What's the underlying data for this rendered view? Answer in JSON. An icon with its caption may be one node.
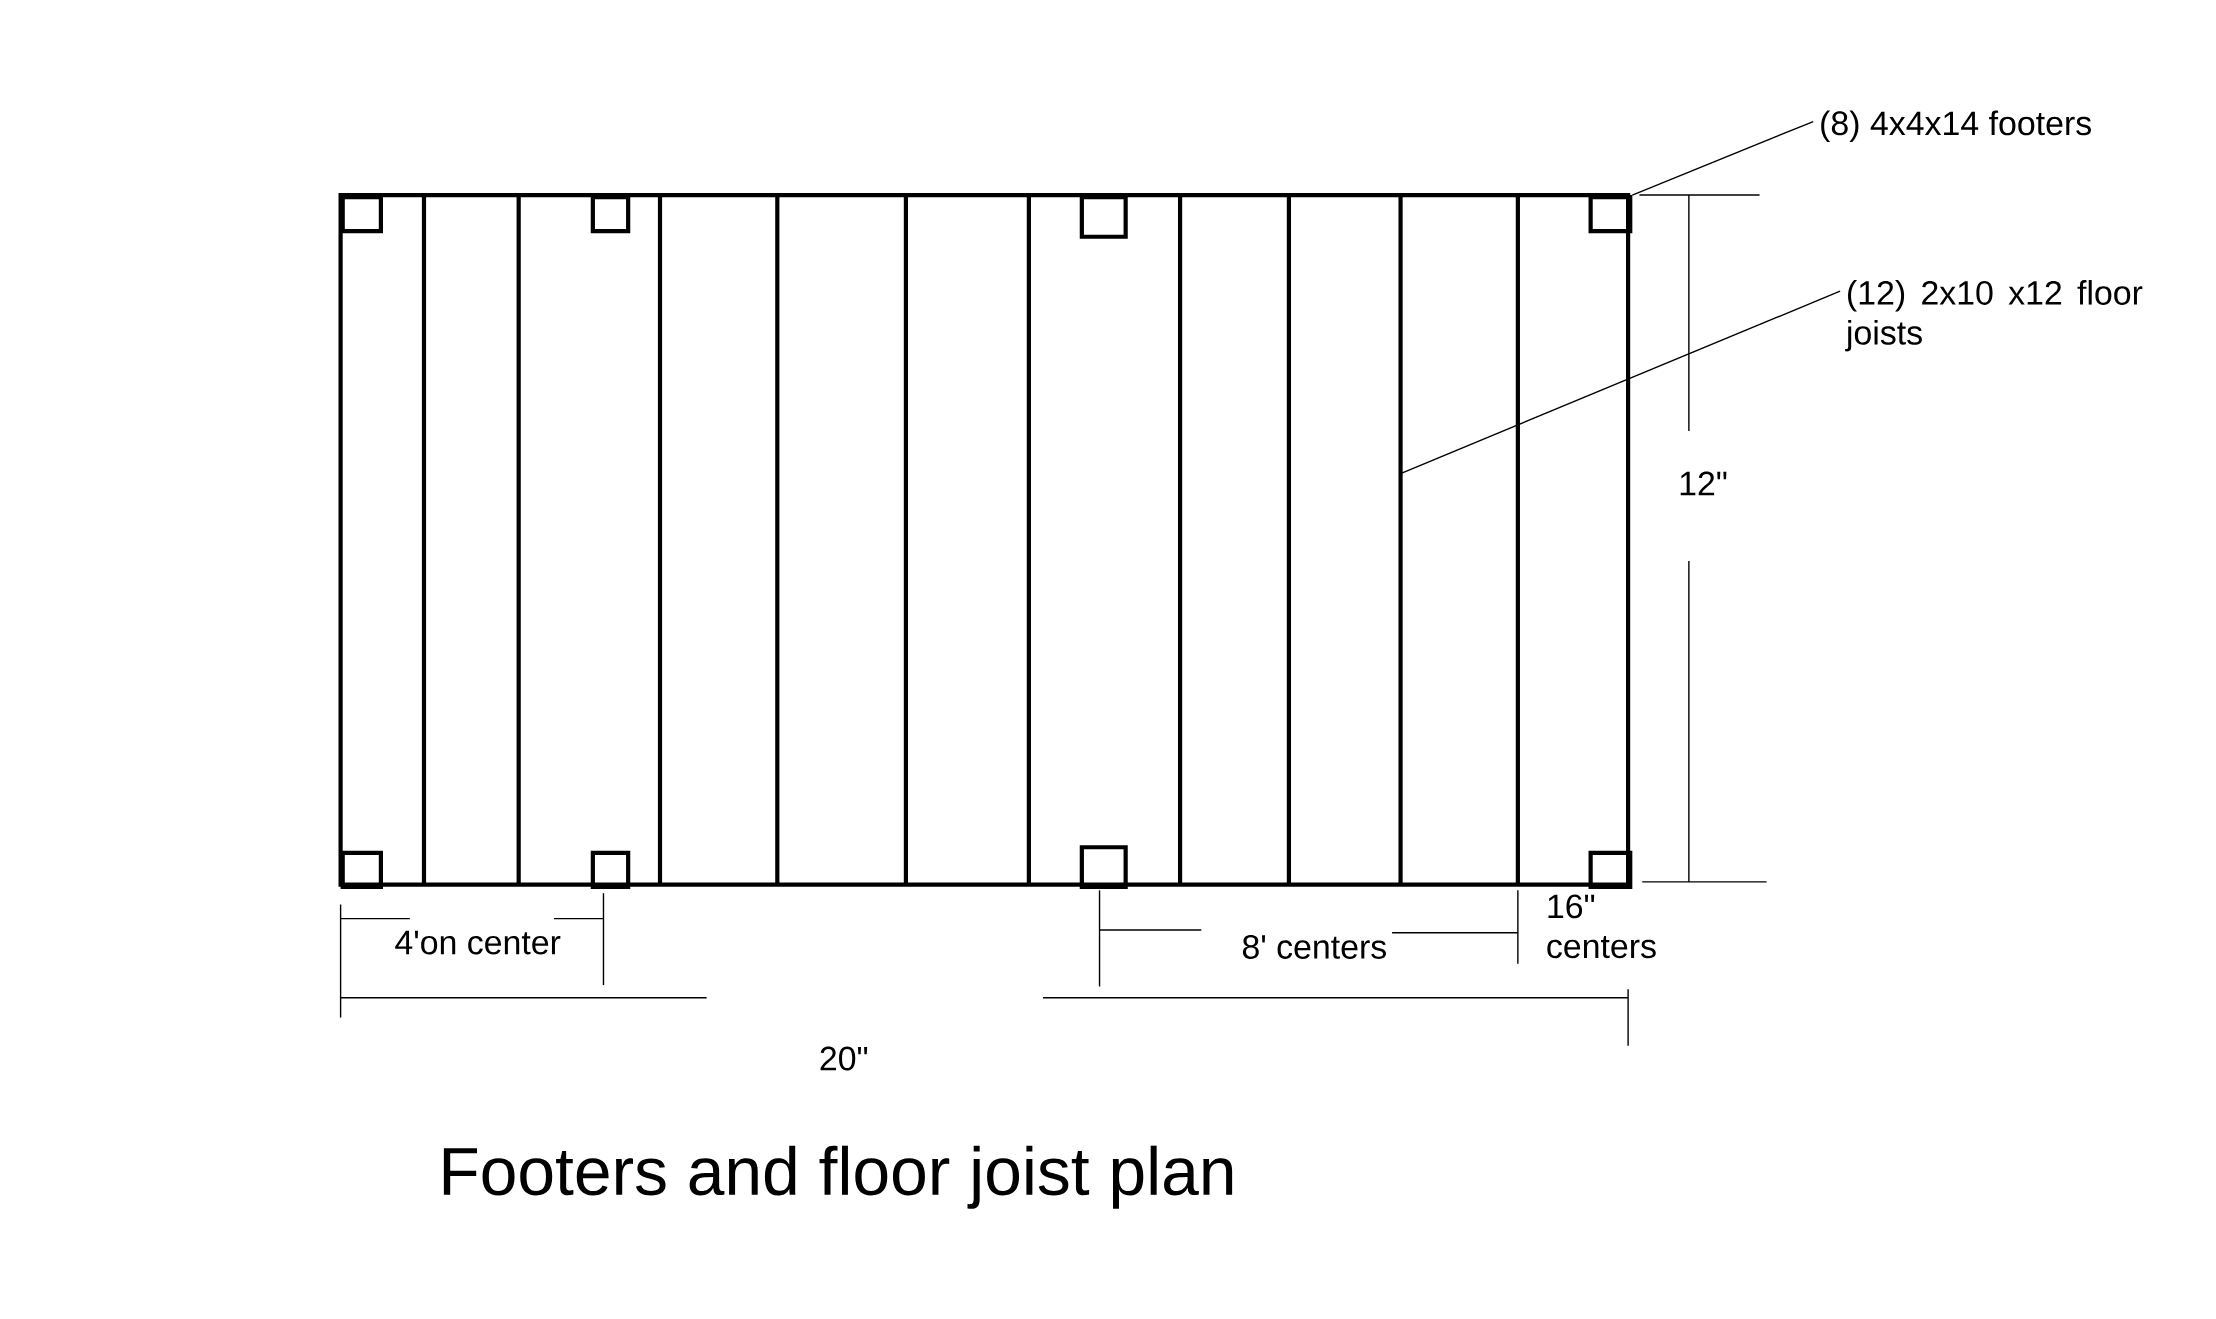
{
  "diagram": {
    "caption": "Footers and floor joist plan",
    "nodes": [
      {
        "text": [
          "(8) 4x4x14 footers"
        ]
      },
      {
        "text": [
          "(12) 2x10 x12 floor joists"
        ]
      },
      {
        "text": [],
        "shape": "box"
      },
      {
        "text": [],
        "shape": "box"
      },
      {
        "text": [],
        "shape": "box"
      },
      {
        "text": [],
        "shape": "box"
      },
      {
        "text": [],
        "shape": "box"
      },
      {
        "text": [],
        "shape": "box"
      },
      {
        "text": [],
        "shape": "box"
      },
      {
        "text": [],
        "shape": "box"
      },
      {
        "text": [],
        "shape": "bar"
      }
    ],
    "edges": [
      {
        "from": 0,
        "to": 5,
        "arrow": "none"
      },
      {
        "from": 1,
        "to": 10,
        "arrow": "none"
      }
    ],
    "labels": [
      "12\"",
      "16\" centers",
      "4'on center",
      "8' centers",
      "20\""
    ]
  }
}
